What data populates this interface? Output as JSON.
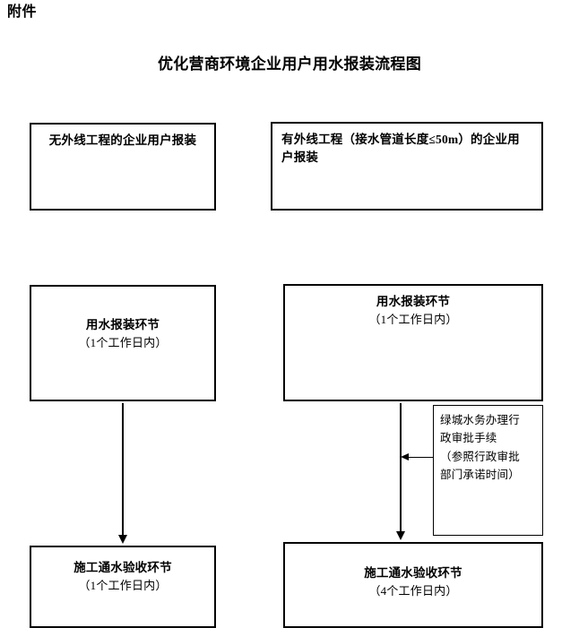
{
  "document": {
    "attachment_label": "附件",
    "title": "优化营商环境企业用户用水报装流程图"
  },
  "flow": {
    "left_column": {
      "start": {
        "title": "无外线工程的企业用户报装",
        "subtitle": ""
      },
      "step": {
        "title": "用水报装环节",
        "subtitle": "（1个工作日内）"
      },
      "end": {
        "title": "施工通水验收环节",
        "subtitle": "（1个工作日内）"
      }
    },
    "right_column": {
      "start": {
        "title": "有外线工程（接水管道长度≤50m）的企业用户报装",
        "subtitle": ""
      },
      "step": {
        "title": "用水报装环节",
        "subtitle": "（1个工作日内）"
      },
      "end": {
        "title": "施工通水验收环节",
        "subtitle": "（4个工作日内）"
      },
      "annotation": {
        "line1": "绿城水务办理行",
        "line2": "政审批手续",
        "line3": "（参照行政审批",
        "line4": "部门承诺时间）"
      }
    }
  },
  "colors": {
    "stroke": "#000000",
    "background": "#ffffff",
    "text": "#000000"
  }
}
